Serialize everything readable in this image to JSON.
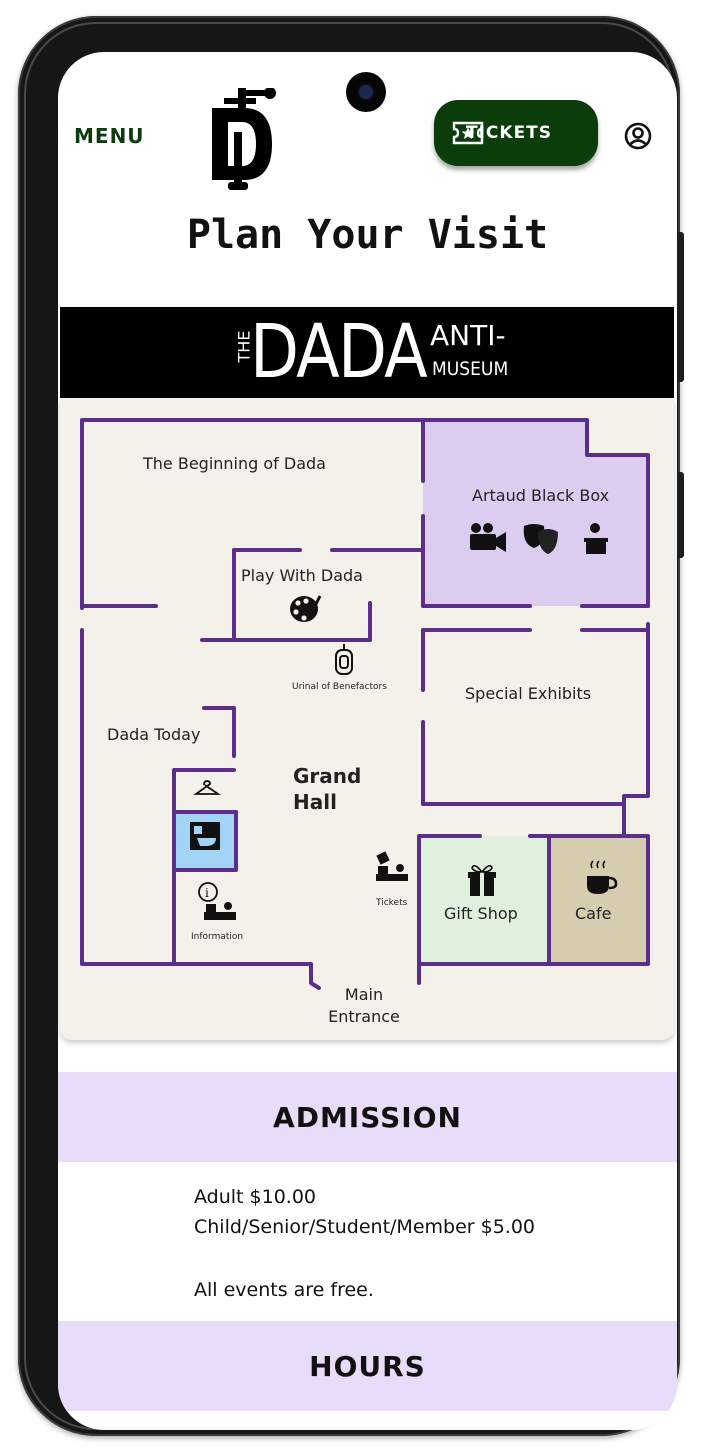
{
  "header": {
    "menu_label": "MENU",
    "tickets_label": "TICKETS",
    "page_title": "Plan Your Visit"
  },
  "banner": {
    "the": "THE",
    "dada": "DADA",
    "anti": "ANTI-",
    "museum": "MUSEUM"
  },
  "map": {
    "rooms": {
      "beginning": "The Beginning of Dada",
      "artaud": "Artaud Black Box",
      "play": "Play With Dada",
      "urinal": "Urinal of Benefactors",
      "special": "Special Exhibits",
      "today": "Dada Today",
      "grand_line1": "Grand",
      "grand_line2": "Hall",
      "tickets": "Tickets",
      "information": "Information",
      "gift": "Gift Shop",
      "cafe": "Cafe",
      "entrance_line1": "Main",
      "entrance_line2": "Entrance"
    },
    "colors": {
      "wall": "#5b2e8c",
      "artaud_fill": "#dccdf0",
      "restroom_fill": "#a3d3f5",
      "gift_fill": "#e0f0dc",
      "cafe_fill": "#d6ccb0",
      "floor": "#f3f1ea"
    }
  },
  "admission": {
    "heading": "ADMISSION",
    "adult": "Adult $10.00",
    "discount": "Child/Senior/Student/Member $5.00",
    "events": "All events are free."
  },
  "hours": {
    "heading": "HOURS"
  },
  "colors": {
    "accent_green": "#0b3d0b",
    "section_bg": "#e8dcf8"
  }
}
